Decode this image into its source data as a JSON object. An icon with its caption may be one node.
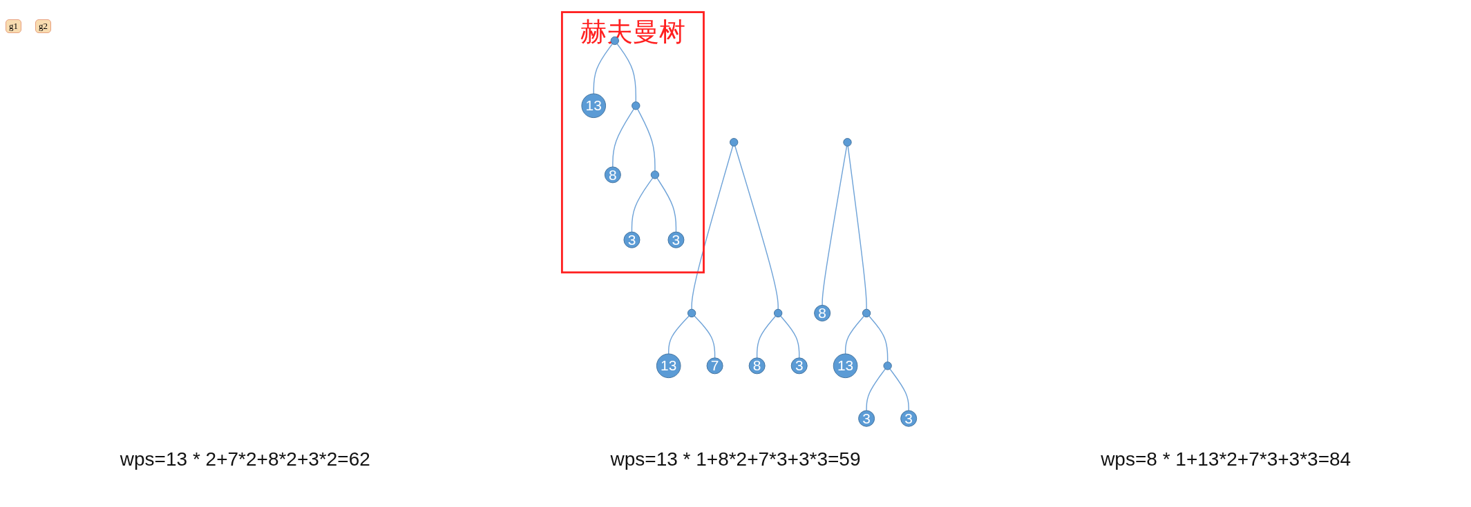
{
  "diagram": {
    "nodes": [
      {
        "text": [],
        "shape": "circle"
      },
      {
        "text": [],
        "shape": "circle"
      },
      {
        "text": [],
        "shape": "circle"
      },
      {
        "text": [
          "13"
        ]
      },
      {
        "text": [
          "7"
        ]
      },
      {
        "text": [
          "8"
        ]
      },
      {
        "text": [
          "3"
        ]
      },
      {
        "text": [
          "赫夫曼树"
        ]
      },
      {
        "text": [],
        "shape": "circle",
        "in": 7
      },
      {
        "text": [
          "13"
        ],
        "in": 7
      },
      {
        "text": [],
        "shape": "circle",
        "in": 7
      },
      {
        "text": [
          "8"
        ],
        "in": 7
      },
      {
        "text": [],
        "shape": "circle",
        "in": 7
      },
      {
        "text": [
          "3"
        ],
        "in": 7
      },
      {
        "text": [
          "3"
        ],
        "in": 7
      },
      {
        "text": [],
        "shape": "circle"
      },
      {
        "text": [
          "8"
        ]
      },
      {
        "text": [],
        "shape": "circle"
      },
      {
        "text": [
          "13"
        ]
      },
      {
        "text": [],
        "shape": "circle"
      },
      {
        "text": [
          "3"
        ]
      },
      {
        "text": [
          "3"
        ]
      }
    ],
    "edges": [
      {
        "from": 0,
        "to": 1,
        "arrow": "none"
      },
      {
        "from": 0,
        "to": 2,
        "arrow": "none"
      },
      {
        "from": 1,
        "to": 3,
        "arrow": "none"
      },
      {
        "from": 1,
        "to": 4,
        "arrow": "none"
      },
      {
        "from": 2,
        "to": 5,
        "arrow": "none"
      },
      {
        "from": 2,
        "to": 6,
        "arrow": "none"
      },
      {
        "from": 8,
        "to": 9,
        "arrow": "none"
      },
      {
        "from": 8,
        "to": 10,
        "arrow": "none"
      },
      {
        "from": 10,
        "to": 11,
        "arrow": "none"
      },
      {
        "from": 10,
        "to": 12,
        "arrow": "none"
      },
      {
        "from": 12,
        "to": 13,
        "arrow": "none"
      },
      {
        "from": 12,
        "to": 14,
        "arrow": "none"
      },
      {
        "from": 15,
        "to": 16,
        "arrow": "none"
      },
      {
        "from": 15,
        "to": 17,
        "arrow": "none"
      },
      {
        "from": 17,
        "to": 18,
        "arrow": "none"
      },
      {
        "from": 17,
        "to": 19,
        "arrow": "none"
      },
      {
        "from": 19,
        "to": 20,
        "arrow": "none"
      },
      {
        "from": 19,
        "to": 21,
        "arrow": "none"
      }
    ],
    "labels": [
      "g1",
      "g2",
      "wps=13 * 2+7*2+8*2+3*2=62",
      "wps=13 * 1+8*2+7*3+3*3=59",
      "wps=8 * 1+13*2+7*3+3*3=84"
    ]
  }
}
